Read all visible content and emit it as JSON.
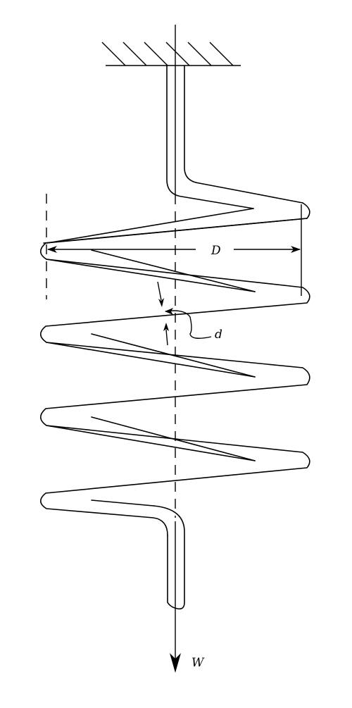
{
  "labels": {
    "coil_diameter": "D",
    "wire_diameter": "d",
    "load": "W"
  },
  "colors": {
    "ink": "#000000",
    "background": "#ffffff"
  }
}
